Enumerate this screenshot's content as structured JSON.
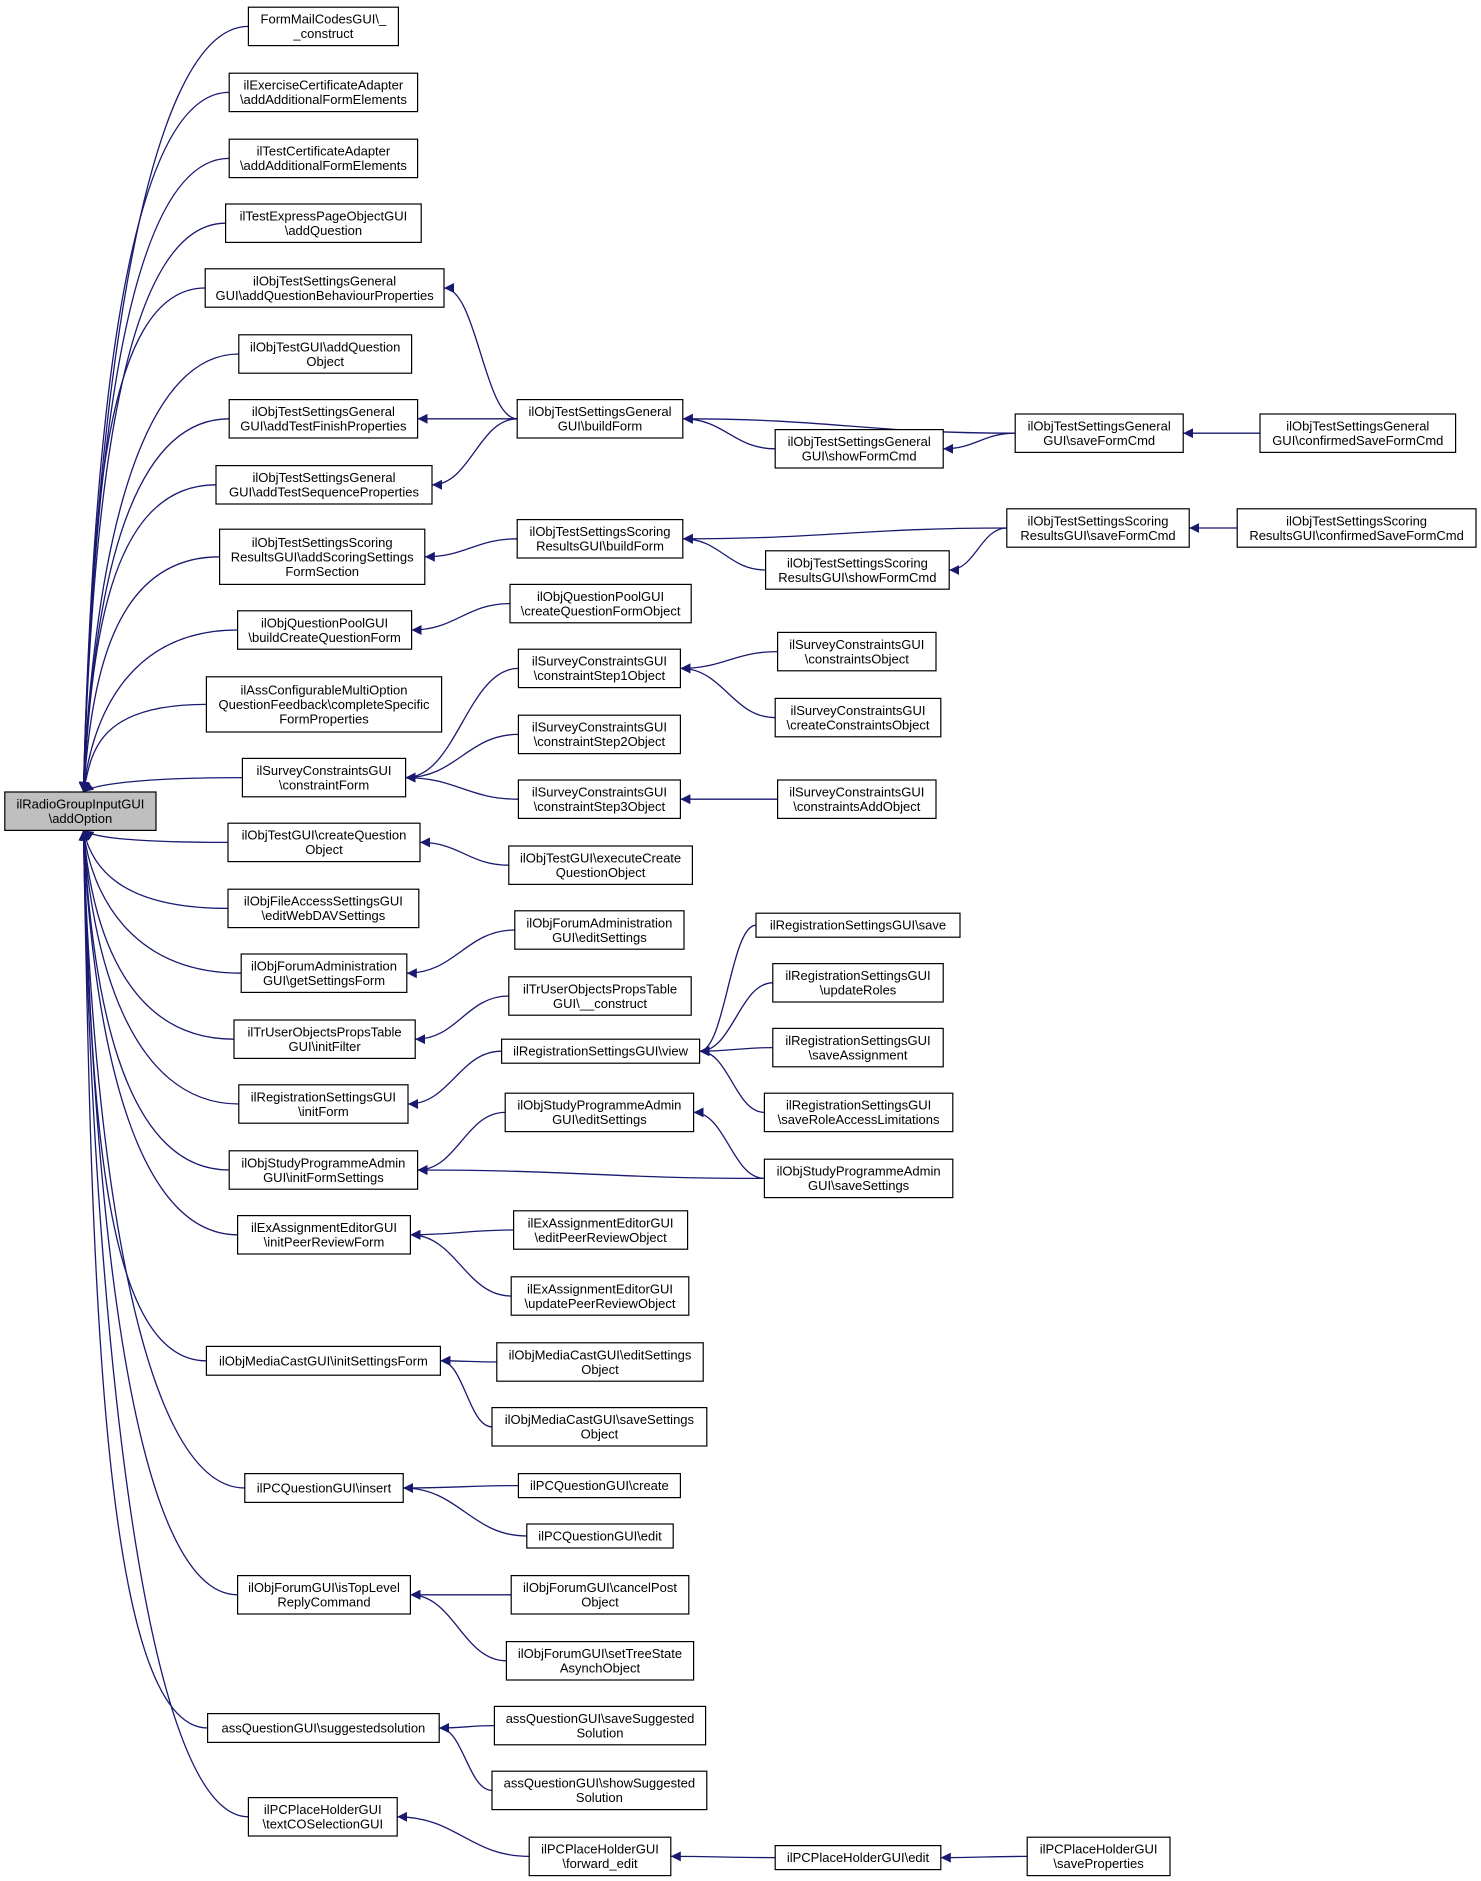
{
  "diagram": {
    "type": "doxygen-caller-graph",
    "edge_color": "#191970",
    "root_fill": "#bfbfbf",
    "nodes": {
      "root": [
        "ilRadioGroupInputGUI",
        "\\addOption"
      ],
      "n1": [
        "FormMailCodesGUI\\_",
        "_construct"
      ],
      "n2": [
        "ilExerciseCertificateAdapter",
        "\\addAdditionalFormElements"
      ],
      "n3": [
        "ilTestCertificateAdapter",
        "\\addAdditionalFormElements"
      ],
      "n4": [
        "ilTestExpressPageObjectGUI",
        "\\addQuestion"
      ],
      "n5": [
        "ilObjTestSettingsGeneral",
        "GUI\\addQuestionBehaviourProperties"
      ],
      "n6": [
        "ilObjTestGUI\\addQuestion",
        "Object"
      ],
      "n7": [
        "ilObjTestSettingsGeneral",
        "GUI\\addTestFinishProperties"
      ],
      "n8": [
        "ilObjTestSettingsGeneral",
        "GUI\\addTestSequenceProperties"
      ],
      "n9": [
        "ilObjTestSettingsScoring",
        "ResultsGUI\\addScoringSettings",
        "FormSection"
      ],
      "n10": [
        "ilObjQuestionPoolGUI",
        "\\buildCreateQuestionForm"
      ],
      "n11": [
        "ilAssConfigurableMultiOption",
        "QuestionFeedback\\completeSpecific",
        "FormProperties"
      ],
      "n12": [
        "ilSurveyConstraintsGUI",
        "\\constraintForm"
      ],
      "n13": [
        "ilObjTestGUI\\createQuestion",
        "Object"
      ],
      "n14": [
        "ilObjFileAccessSettingsGUI",
        "\\editWebDAVSettings"
      ],
      "n15": [
        "ilObjForumAdministration",
        "GUI\\getSettingsForm"
      ],
      "n16": [
        "ilTrUserObjectsPropsTable",
        "GUI\\initFilter"
      ],
      "n17": [
        "ilRegistrationSettingsGUI",
        "\\initForm"
      ],
      "n18": [
        "ilObjStudyProgrammeAdmin",
        "GUI\\initFormSettings"
      ],
      "n19": [
        "ilExAssignmentEditorGUI",
        "\\initPeerReviewForm"
      ],
      "n20": [
        "ilObjMediaCastGUI\\initSettingsForm"
      ],
      "n21": [
        "ilPCQuestionGUI\\insert"
      ],
      "n22": [
        "ilObjForumGUI\\isTopLevel",
        "ReplyCommand"
      ],
      "n23": [
        "assQuestionGUI\\suggestedsolution"
      ],
      "n24": [
        "ilPCPlaceHolderGUI",
        "\\textCOSelectionGUI"
      ],
      "m1": [
        "ilObjTestSettingsGeneral",
        "GUI\\buildForm"
      ],
      "m2": [
        "ilObjTestSettingsGeneral",
        "GUI\\showFormCmd"
      ],
      "m3": [
        "ilObjTestSettingsGeneral",
        "GUI\\saveFormCmd"
      ],
      "m4": [
        "ilObjTestSettingsGeneral",
        "GUI\\confirmedSaveFormCmd"
      ],
      "m5": [
        "ilObjTestSettingsScoring",
        "ResultsGUI\\buildForm"
      ],
      "m6": [
        "ilObjTestSettingsScoring",
        "ResultsGUI\\showFormCmd"
      ],
      "m7": [
        "ilObjTestSettingsScoring",
        "ResultsGUI\\saveFormCmd"
      ],
      "m8": [
        "ilObjTestSettingsScoring",
        "ResultsGUI\\confirmedSaveFormCmd"
      ],
      "m9": [
        "ilObjQuestionPoolGUI",
        "\\createQuestionFormObject"
      ],
      "m10": [
        "ilSurveyConstraintsGUI",
        "\\constraintStep1Object"
      ],
      "m11": [
        "ilSurveyConstraintsGUI",
        "\\constraintsObject"
      ],
      "m12": [
        "ilSurveyConstraintsGUI",
        "\\createConstraintsObject"
      ],
      "m13": [
        "ilSurveyConstraintsGUI",
        "\\constraintStep2Object"
      ],
      "m14": [
        "ilSurveyConstraintsGUI",
        "\\constraintStep3Object"
      ],
      "m15": [
        "ilSurveyConstraintsGUI",
        "\\constraintsAddObject"
      ],
      "m16": [
        "ilObjTestGUI\\executeCreate",
        "QuestionObject"
      ],
      "m17": [
        "ilObjForumAdministration",
        "GUI\\editSettings"
      ],
      "m18": [
        "ilRegistrationSettingsGUI\\save"
      ],
      "m19": [
        "ilRegistrationSettingsGUI",
        "\\updateRoles"
      ],
      "m20": [
        "ilTrUserObjectsPropsTable",
        "GUI\\__construct"
      ],
      "m21": [
        "ilRegistrationSettingsGUI\\view"
      ],
      "m22": [
        "ilRegistrationSettingsGUI",
        "\\saveAssignment"
      ],
      "m23": [
        "ilRegistrationSettingsGUI",
        "\\saveRoleAccessLimitations"
      ],
      "m24": [
        "ilObjStudyProgrammeAdmin",
        "GUI\\editSettings"
      ],
      "m25": [
        "ilObjStudyProgrammeAdmin",
        "GUI\\saveSettings"
      ],
      "m26": [
        "ilExAssignmentEditorGUI",
        "\\editPeerReviewObject"
      ],
      "m27": [
        "ilExAssignmentEditorGUI",
        "\\updatePeerReviewObject"
      ],
      "m28": [
        "ilObjMediaCastGUI\\editSettings",
        "Object"
      ],
      "m29": [
        "ilObjMediaCastGUI\\saveSettings",
        "Object"
      ],
      "m30": [
        "ilPCQuestionGUI\\create"
      ],
      "m31": [
        "ilPCQuestionGUI\\edit"
      ],
      "m32": [
        "ilObjForumGUI\\cancelPost",
        "Object"
      ],
      "m33": [
        "ilObjForumGUI\\setTreeState",
        "AsynchObject"
      ],
      "m34": [
        "assQuestionGUI\\saveSuggested",
        "Solution"
      ],
      "m35": [
        "assQuestionGUI\\showSuggested",
        "Solution"
      ],
      "m36": [
        "ilPCPlaceHolderGUI",
        "\\forward_edit"
      ],
      "m37": [
        "ilPCPlaceHolderGUI\\edit"
      ],
      "m38": [
        "ilPCPlaceHolderGUI",
        "\\saveProperties"
      ]
    },
    "edges": [
      [
        "n1",
        "root"
      ],
      [
        "n2",
        "root"
      ],
      [
        "n3",
        "root"
      ],
      [
        "n4",
        "root"
      ],
      [
        "n5",
        "root"
      ],
      [
        "n6",
        "root"
      ],
      [
        "n7",
        "root"
      ],
      [
        "n8",
        "root"
      ],
      [
        "n9",
        "root"
      ],
      [
        "n10",
        "root"
      ],
      [
        "n11",
        "root"
      ],
      [
        "n12",
        "root"
      ],
      [
        "n13",
        "root"
      ],
      [
        "n14",
        "root"
      ],
      [
        "n15",
        "root"
      ],
      [
        "n16",
        "root"
      ],
      [
        "n17",
        "root"
      ],
      [
        "n18",
        "root"
      ],
      [
        "n19",
        "root"
      ],
      [
        "n20",
        "root"
      ],
      [
        "n21",
        "root"
      ],
      [
        "n22",
        "root"
      ],
      [
        "n23",
        "root"
      ],
      [
        "n24",
        "root"
      ],
      [
        "m1",
        "n5"
      ],
      [
        "m1",
        "n7"
      ],
      [
        "m1",
        "n8"
      ],
      [
        "m2",
        "m1"
      ],
      [
        "m3",
        "m1"
      ],
      [
        "m3",
        "m2"
      ],
      [
        "m4",
        "m3"
      ],
      [
        "m5",
        "n9"
      ],
      [
        "m6",
        "m5"
      ],
      [
        "m7",
        "m5"
      ],
      [
        "m7",
        "m6"
      ],
      [
        "m8",
        "m7"
      ],
      [
        "m9",
        "n10"
      ],
      [
        "m10",
        "n12"
      ],
      [
        "m11",
        "m10"
      ],
      [
        "m12",
        "m10"
      ],
      [
        "m13",
        "n12"
      ],
      [
        "m14",
        "n12"
      ],
      [
        "m15",
        "m14"
      ],
      [
        "m16",
        "n13"
      ],
      [
        "m17",
        "n15"
      ],
      [
        "m20",
        "n16"
      ],
      [
        "m21",
        "n17"
      ],
      [
        "m18",
        "m21"
      ],
      [
        "m19",
        "m21"
      ],
      [
        "m22",
        "m21"
      ],
      [
        "m23",
        "m21"
      ],
      [
        "m24",
        "n18"
      ],
      [
        "m25",
        "n18"
      ],
      [
        "m25",
        "m24"
      ],
      [
        "m26",
        "n19"
      ],
      [
        "m27",
        "n19"
      ],
      [
        "m28",
        "n20"
      ],
      [
        "m29",
        "n20"
      ],
      [
        "m30",
        "n21"
      ],
      [
        "m31",
        "n21"
      ],
      [
        "m32",
        "n22"
      ],
      [
        "m33",
        "n22"
      ],
      [
        "m34",
        "n23"
      ],
      [
        "m35",
        "n23"
      ],
      [
        "m36",
        "n24"
      ],
      [
        "m37",
        "m36"
      ],
      [
        "m38",
        "m37"
      ]
    ]
  }
}
